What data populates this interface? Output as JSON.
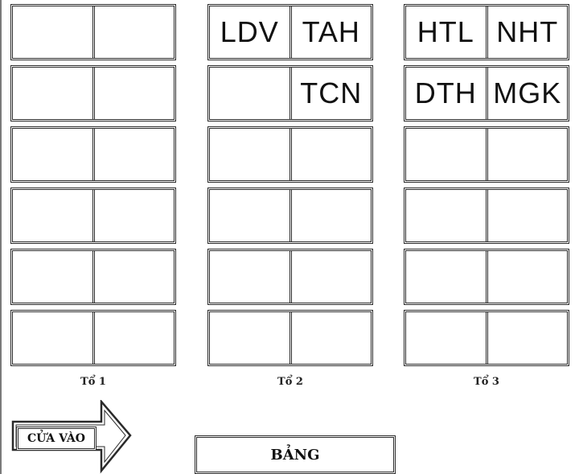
{
  "groups": [
    {
      "label": "Tổ 1",
      "desks": [
        [
          "",
          ""
        ],
        [
          "",
          ""
        ],
        [
          "",
          ""
        ],
        [
          "",
          ""
        ],
        [
          "",
          ""
        ],
        [
          "",
          ""
        ]
      ]
    },
    {
      "label": "Tổ 2",
      "desks": [
        [
          "LDV",
          "TAH"
        ],
        [
          "",
          "TCN"
        ],
        [
          "",
          ""
        ],
        [
          "",
          ""
        ],
        [
          "",
          ""
        ],
        [
          "",
          ""
        ]
      ]
    },
    {
      "label": "Tổ 3",
      "desks": [
        [
          "HTL",
          "NHT"
        ],
        [
          "DTH",
          "MGK"
        ],
        [
          "",
          ""
        ],
        [
          "",
          ""
        ],
        [
          "",
          ""
        ],
        [
          "",
          ""
        ]
      ]
    }
  ],
  "door": {
    "label": "CỬA VÀO"
  },
  "board": {
    "label": "BẢNG"
  }
}
